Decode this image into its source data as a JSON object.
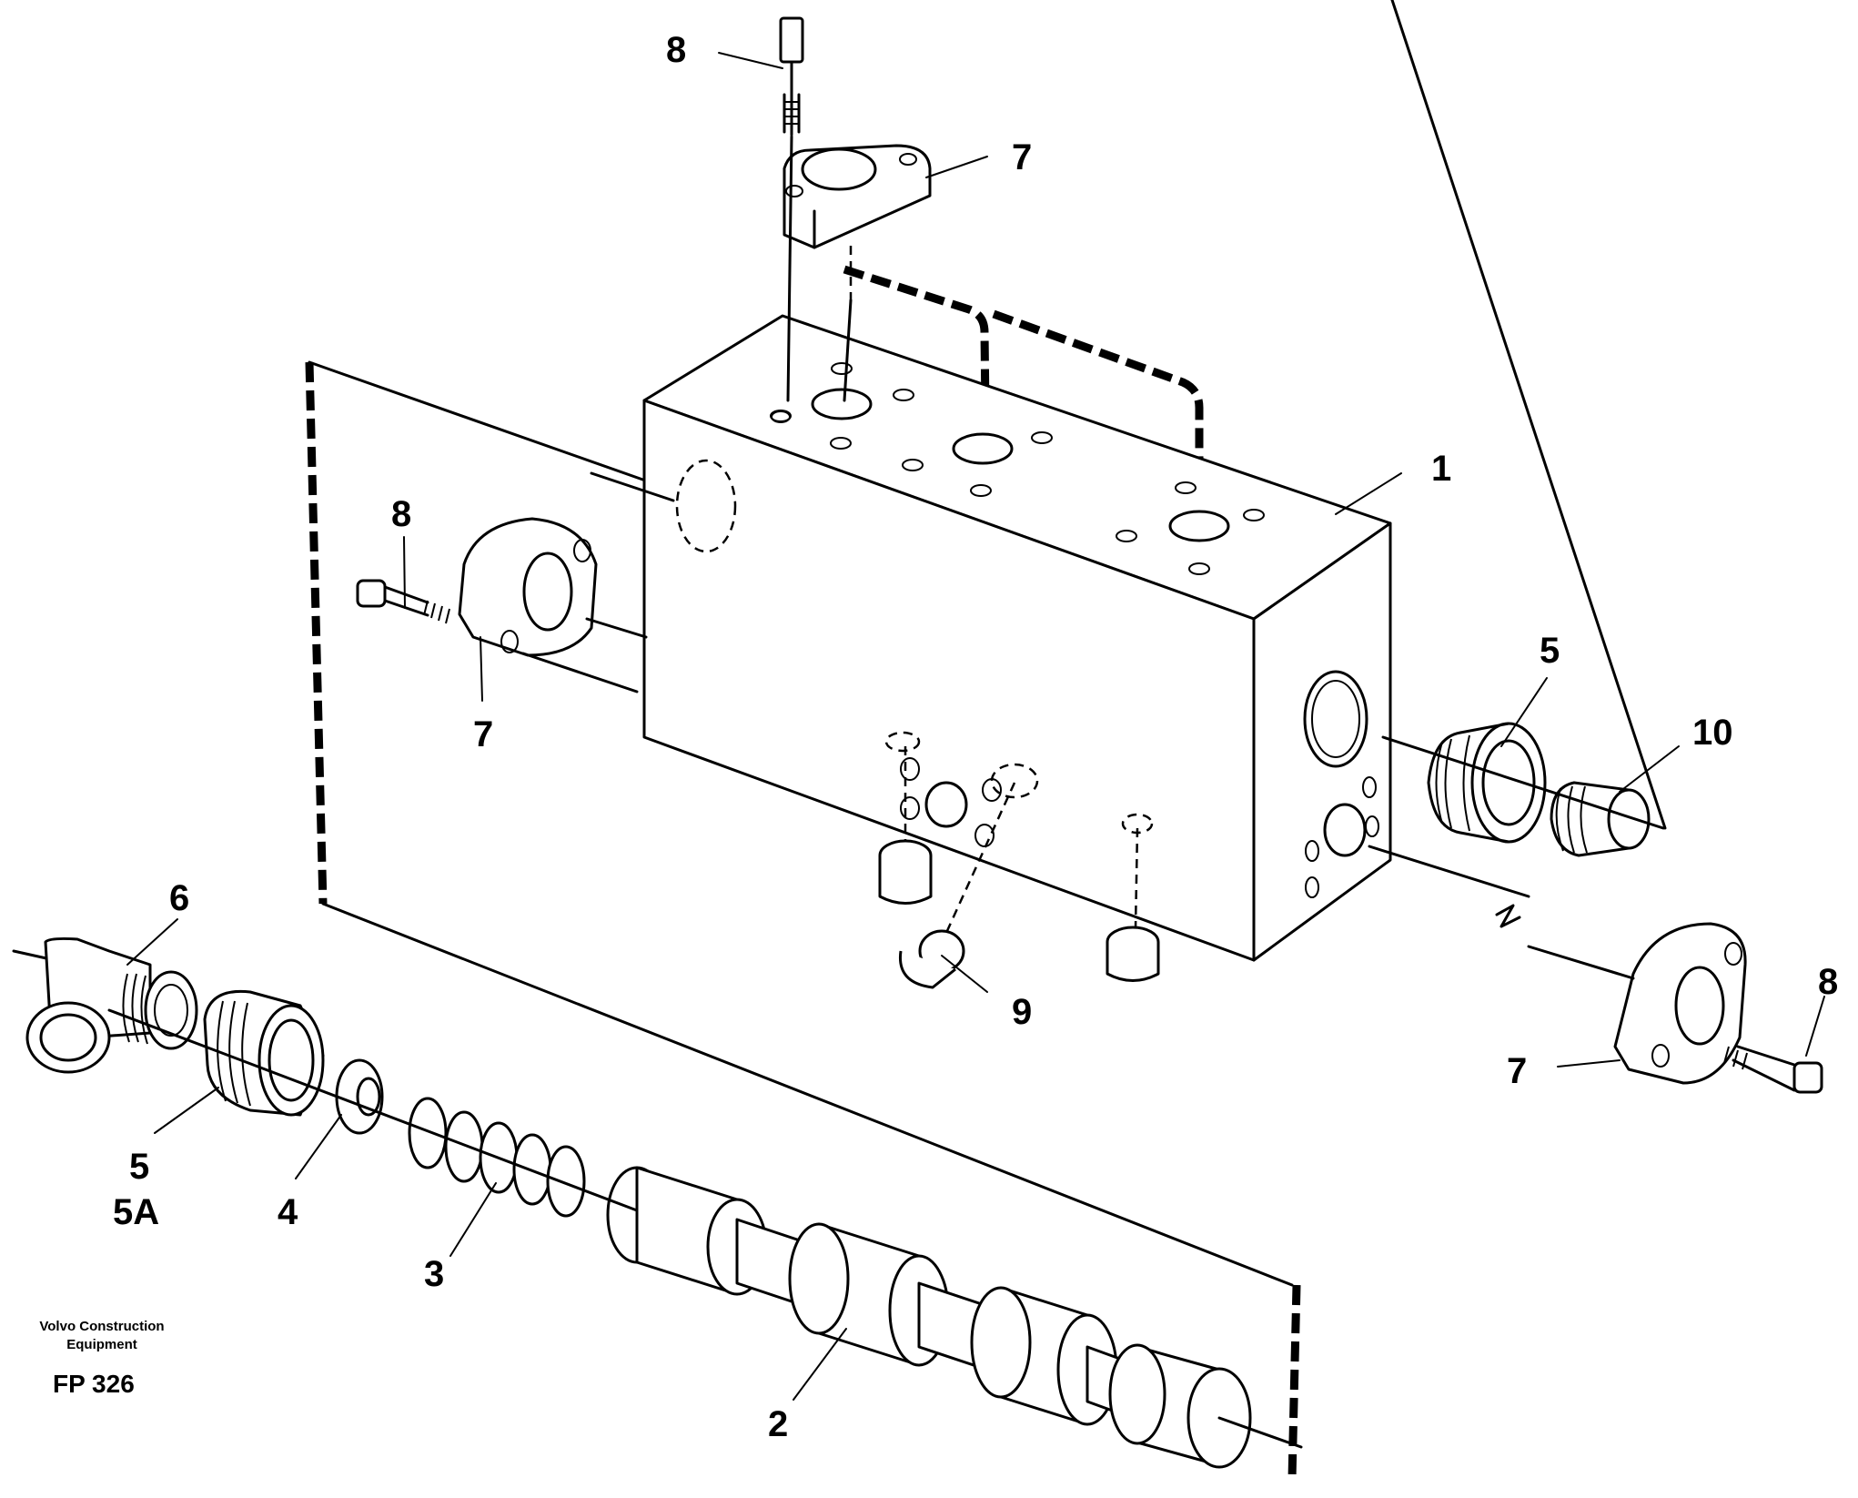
{
  "callouts": {
    "c1": "1",
    "c2": "2",
    "c3": "3",
    "c4": "4",
    "c5_right": "5",
    "c5_left": "5",
    "c5a": "5A",
    "c6": "6",
    "c7_top": "7",
    "c7_left": "7",
    "c7_right": "7",
    "c8_top": "8",
    "c8_left": "8",
    "c8_right": "8",
    "c9": "9",
    "c10": "10"
  },
  "caption": {
    "brand_line1": "Volvo Construction",
    "brand_line2": "Equipment",
    "figure_id": "FP 326"
  }
}
